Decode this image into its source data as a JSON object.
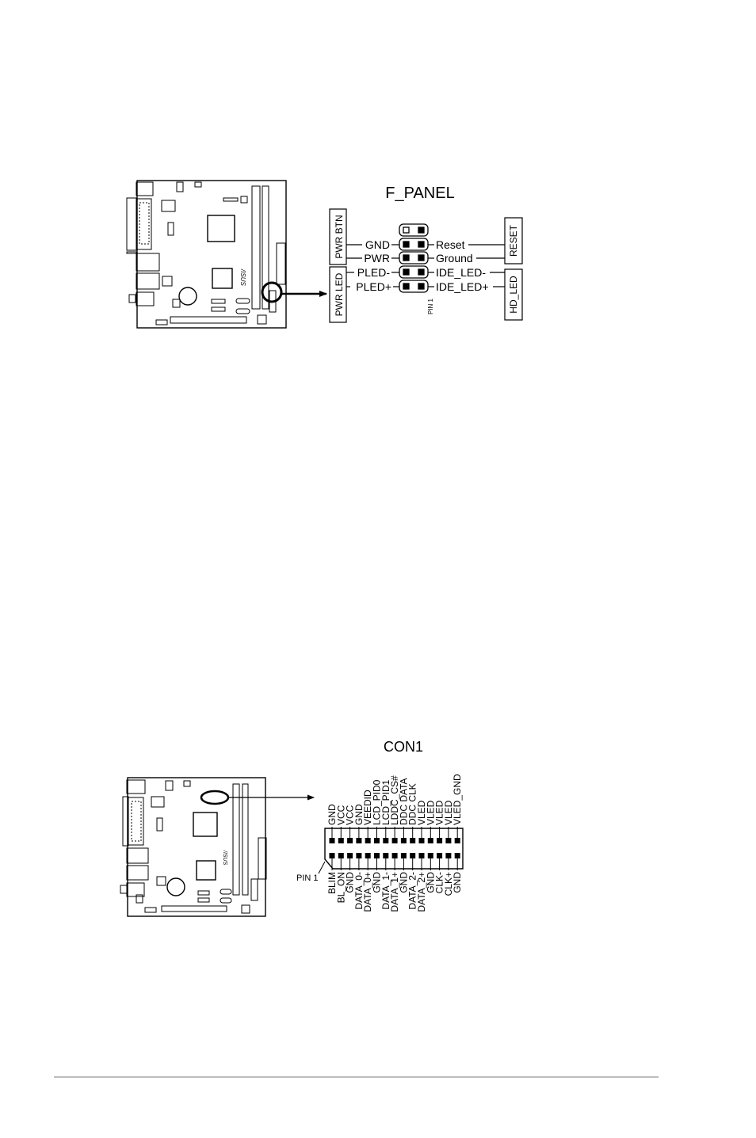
{
  "fpanel": {
    "title": "F_PANEL",
    "group_left_top": "PWR BTN",
    "group_left_bottom": "PWR LED",
    "group_right_top": "RESET",
    "group_right_bottom": "HD_LED",
    "left_pins": [
      "GND",
      "PWR",
      "PLED-",
      "PLED+"
    ],
    "right_pins": [
      "Reset",
      "Ground",
      "IDE_LED-",
      "IDE_LED+"
    ],
    "pin1_label": "PIN 1"
  },
  "board": {
    "brand": "/ISUS"
  },
  "con1": {
    "title": "CON1",
    "pin1_label": "PIN 1",
    "top_row": [
      "GND",
      "VCC",
      "VCC",
      "GND",
      "VEEDID",
      "LCD_PID0",
      "LCD_PID1",
      "LDDC_CS#",
      "DDC DATA",
      "DDC CLK",
      "VLED",
      "VLED",
      "VLED",
      "VLED",
      "VLED_GND"
    ],
    "bottom_row": [
      "BLIM",
      "BL_ON",
      "GND",
      "DATA_0-",
      "DATA_0+",
      "GND",
      "DATA_1-",
      "DATA_1+",
      "GND",
      "DATA_2-",
      "DATA_2+",
      "GND",
      "CLK-",
      "CLK+",
      "GND"
    ]
  }
}
